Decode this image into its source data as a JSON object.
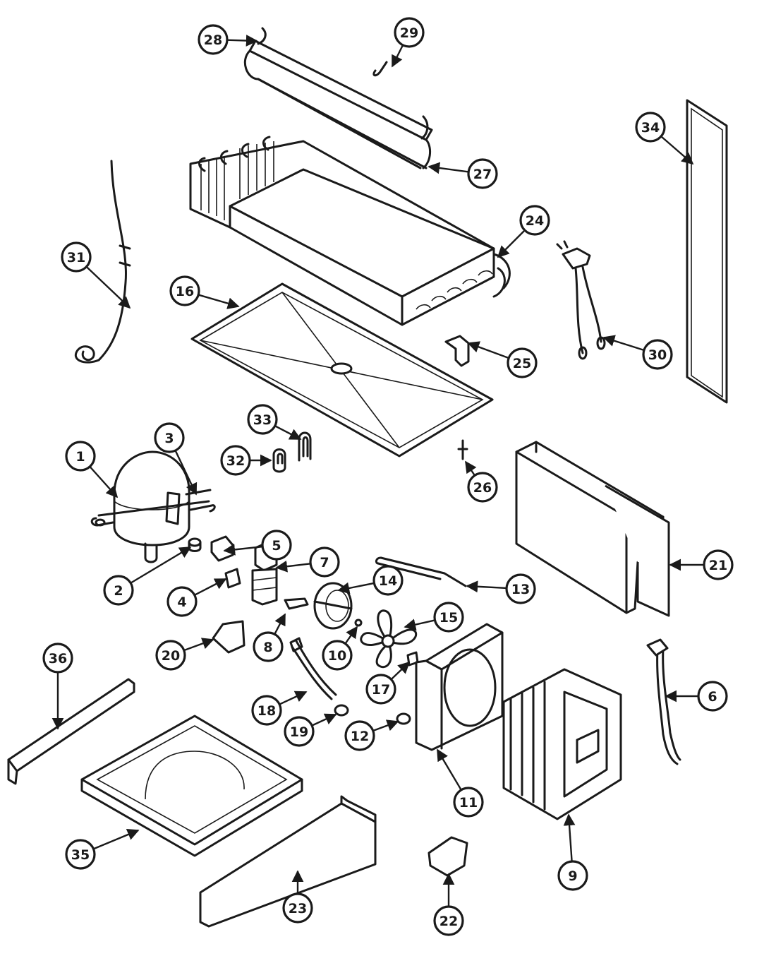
{
  "diagram": {
    "callouts": [
      {
        "label": "1"
      },
      {
        "label": "2"
      },
      {
        "label": "3"
      },
      {
        "label": "4"
      },
      {
        "label": "5"
      },
      {
        "label": "6"
      },
      {
        "label": "7"
      },
      {
        "label": "8"
      },
      {
        "label": "9"
      },
      {
        "label": "10"
      },
      {
        "label": "11"
      },
      {
        "label": "12"
      },
      {
        "label": "13"
      },
      {
        "label": "14"
      },
      {
        "label": "15"
      },
      {
        "label": "16"
      },
      {
        "label": "17"
      },
      {
        "label": "18"
      },
      {
        "label": "19"
      },
      {
        "label": "20"
      },
      {
        "label": "21"
      },
      {
        "label": "22"
      },
      {
        "label": "23"
      },
      {
        "label": "24"
      },
      {
        "label": "25"
      },
      {
        "label": "26"
      },
      {
        "label": "27"
      },
      {
        "label": "28"
      },
      {
        "label": "29"
      },
      {
        "label": "30"
      },
      {
        "label": "31"
      },
      {
        "label": "32"
      },
      {
        "label": "33"
      },
      {
        "label": "34"
      },
      {
        "label": "35"
      },
      {
        "label": "36"
      }
    ]
  }
}
